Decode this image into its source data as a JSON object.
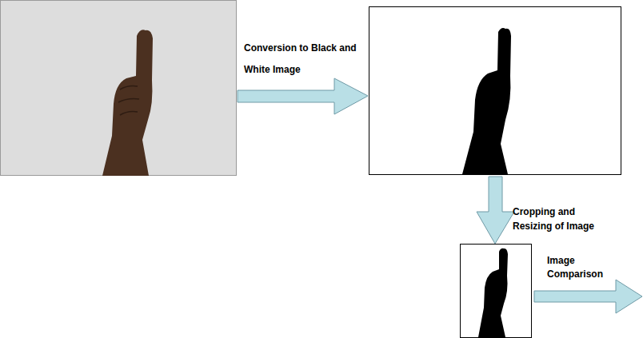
{
  "diagram": {
    "labels": [
      "Conversion to Black and White Image",
      "Cropping and Resizing of Image",
      "Image Comparison"
    ]
  }
}
